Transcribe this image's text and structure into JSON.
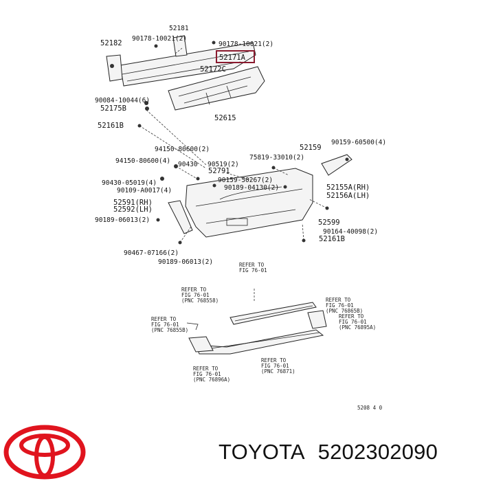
{
  "parts": {
    "p52181": "52181",
    "p52182": "52182",
    "p90178a": "90178-10021(2)",
    "p90178b": "90178-10021(2)",
    "p52171A": "52171A",
    "p52172C": "52172C",
    "p90084": "90084-10044(6)",
    "p52175B": "52175B",
    "p52615": "52615",
    "p52161B_top": "52161B",
    "p94150a": "94150-80600(2)",
    "p94150b": "94150-80600(4)",
    "p90430a": "90430",
    "p90519": "90519(2)",
    "p52791": "52791",
    "p90430b": "90430-05019(4)",
    "p90109": "90109-A0017(4)",
    "p52159": "52159",
    "p75819": "75819-33010(2)",
    "p90159a": "90159-60500(4)",
    "p90159b": "90159-50267(2)",
    "p90189a": "90189-04130(2)",
    "p52155A": "52155A(RH)",
    "p52156A": "52156A(LH)",
    "p52591": "52591(RH)",
    "p52592": "52592(LH)",
    "p90189b": "90189-06013(2)",
    "p52599": "52599",
    "p90164": "90164-40098(2)",
    "p52161B_bot": "52161B",
    "p90467": "90467-07166(2)",
    "p90189c": "90189-06013(2)"
  },
  "refs": {
    "r1": [
      "REFER TO",
      "FIG 76-01"
    ],
    "r2": [
      "REFER TO",
      "FIG 76-01",
      "(PNC 768558)"
    ],
    "r3": [
      "REFER TO",
      "FIG 76-01",
      "(PNC 76865B)"
    ],
    "r4": [
      "REFER TO",
      "FIG 76-01",
      "(PNC 76855B)"
    ],
    "r5": [
      "REFER TO",
      "FIG 76-01",
      "(PNC 76895A)"
    ],
    "r6": [
      "REFER TO",
      "FIG 76-01",
      "(PNC 76871)"
    ],
    "r7": [
      "REFER TO",
      "FIG 76-01",
      "(PNC 76896A)"
    ]
  },
  "figure_code": "5208 4 0",
  "brand": {
    "name": "TOYOTA",
    "part_number": "5202302090"
  },
  "colors": {
    "highlight_box": "#8a1a2e",
    "logo_red": "#e0141e"
  },
  "icons": {
    "logo": "toyota-logo-icon"
  }
}
